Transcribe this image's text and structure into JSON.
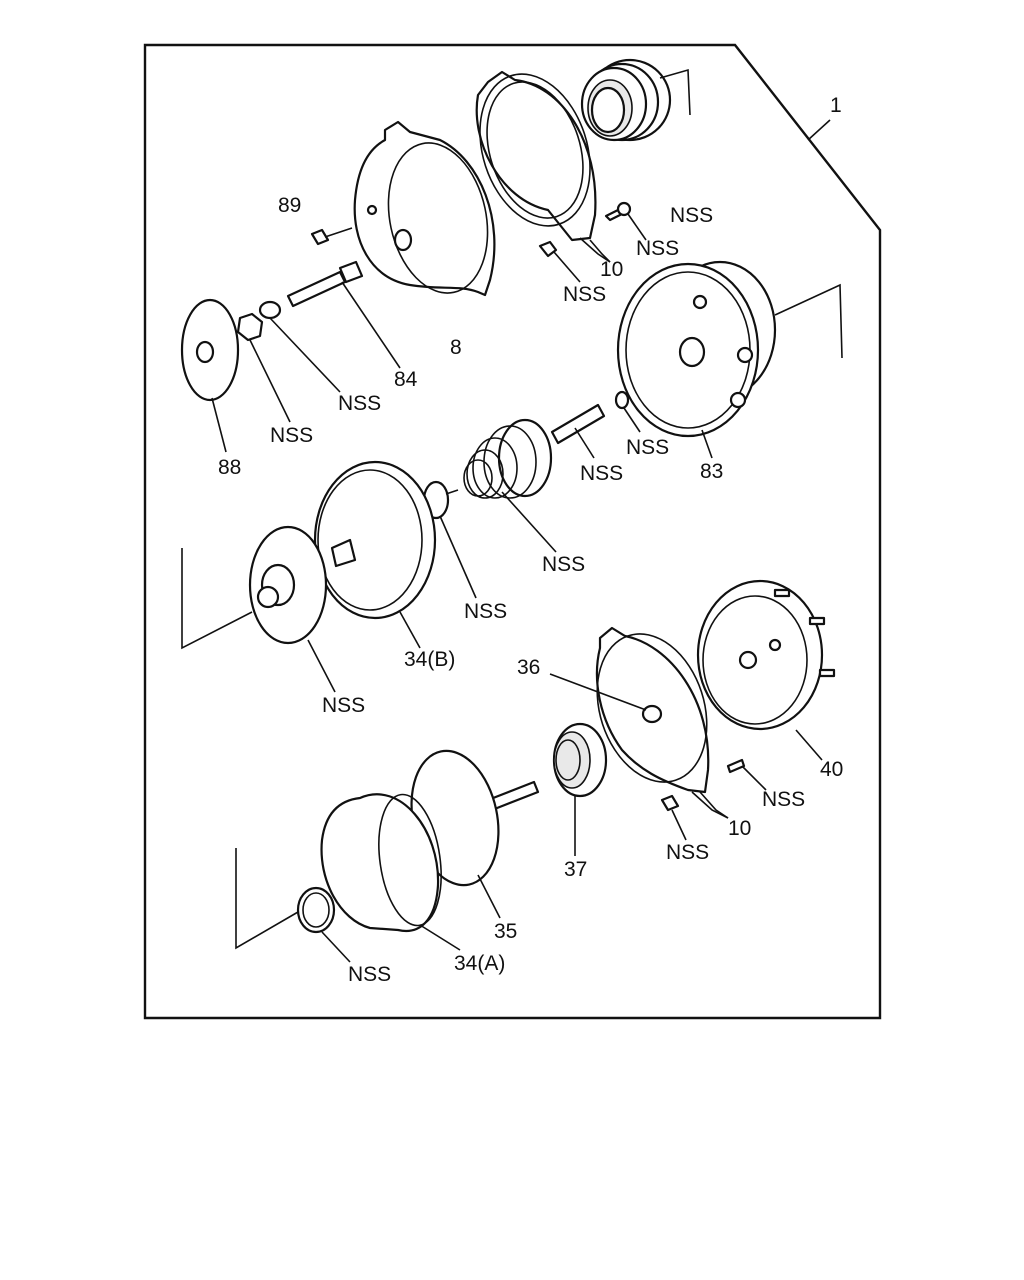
{
  "labels": {
    "assembly": "1",
    "p89": "89",
    "p8": "8",
    "p84": "84",
    "p88": "88",
    "p10_top": "10",
    "p83": "83",
    "p34b": "34(B)",
    "p36": "36",
    "p40": "40",
    "p10_bottom": "10",
    "p37": "37",
    "p35": "35",
    "p34a": "34(A)",
    "nss": "NSS"
  }
}
